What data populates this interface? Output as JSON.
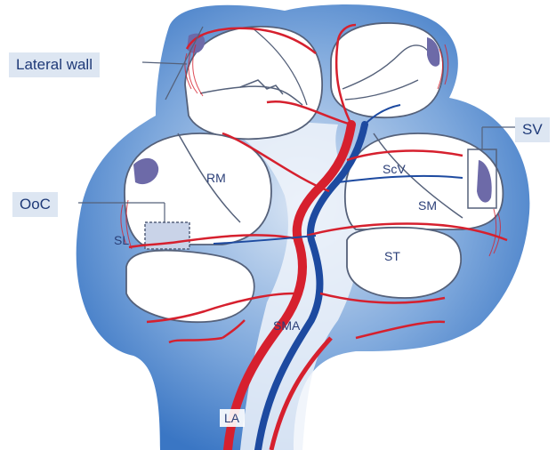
{
  "labels": {
    "lateral_wall": "Lateral wall",
    "sv": "SV",
    "ooc": "OoC",
    "sl": "SL",
    "rm": "RM",
    "scv": "ScV",
    "sm": "SM",
    "st": "ST",
    "sma": "SMA",
    "la": "LA"
  },
  "colors": {
    "outer_tissue": "#3f7ec9",
    "inner_tissue": "#e7eef7",
    "artery": "#d6202e",
    "vein": "#1d4aa0",
    "outline": "#55617a"
  }
}
